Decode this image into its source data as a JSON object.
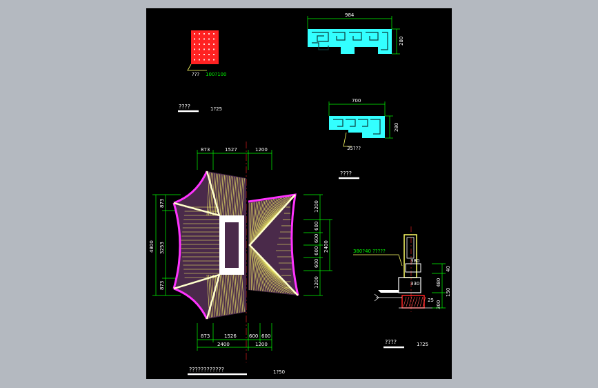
{
  "colors": {
    "workspace": "#b4b9c0",
    "sheet": "#000000",
    "dimension": "#00ff00",
    "white": "#ffffff",
    "yellow": "#ffff66",
    "magenta": "#ff33ff",
    "red": "#ff2222",
    "cyan": "#33ffff",
    "text": "#ffffff"
  },
  "tile_detail": {
    "label": "???",
    "size": "100?100"
  },
  "title_a": {
    "label": "????",
    "scale": "1?25"
  },
  "cornice_large": {
    "width": "984",
    "height": "280"
  },
  "cornice_small": {
    "width": "700",
    "height": "280",
    "note": "35???"
  },
  "title_b": {
    "label": "????"
  },
  "roof_plan": {
    "top_dims": [
      "873",
      "1527",
      "1200"
    ],
    "bottom_dims": [
      "873",
      "1526",
      "600",
      "600"
    ],
    "bottom_totals": [
      "2400",
      "1200"
    ],
    "left_dims": [
      "873",
      "3253",
      "873"
    ],
    "left_total": "4800",
    "right_dims": [
      "1200",
      "600",
      "600",
      "600",
      "600",
      "1200"
    ],
    "right_total": "2400",
    "title": "????????????",
    "scale": "1?50"
  },
  "section": {
    "note": "380?40 ?????",
    "dims": [
      "380",
      "330",
      "480",
      "40",
      "150",
      "25",
      "300"
    ],
    "title": "????",
    "scale": "1?25"
  }
}
